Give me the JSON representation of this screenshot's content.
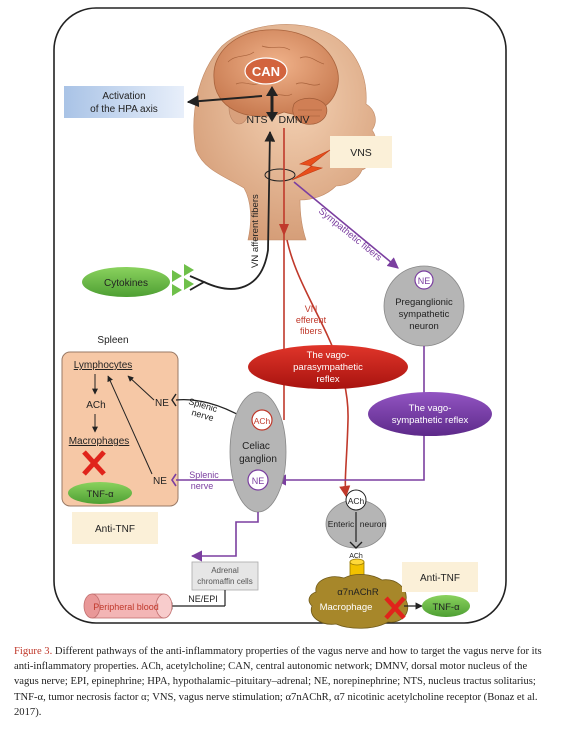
{
  "labels": {
    "can": "CAN",
    "hpa_line1": "Activation",
    "hpa_line2": "of the HPA axis",
    "nts": "NTS",
    "dmnv": "DMNV",
    "vns": "VNS",
    "vn_afferent": "VN afferent fibers",
    "sympathetic_fibers": "Sympathetic fibers",
    "cytokines": "Cytokines",
    "ne": "NE",
    "preganglionic_line1": "Preganglionic",
    "preganglionic_line2": "sympathetic",
    "preganglionic_line3": "neuron",
    "vn_efferent_line1": "VN",
    "vn_efferent_line2": "efferent",
    "vn_efferent_line3": "fibers",
    "vagopara_line1": "The vago-",
    "vagopara_line2": "parasympathetic",
    "vagopara_line3": "reflex",
    "spleen": "Spleen",
    "lymphocytes": "Lymphocytes",
    "ach": "ACh",
    "macrophages": "Macrophages",
    "tnf": "TNF-α",
    "splenic_line1": "Splenic",
    "splenic_line2": "nerve",
    "celiac_line1": "Celiac",
    "celiac_line2": "ganglion",
    "vagosym_line1": "The vago-",
    "vagosym_line2": "sympathetic reflex",
    "anti_tnf": "Anti-TNF",
    "enteric_left": "Enteric",
    "enteric_right": "neuron",
    "adrenal_line1": "Adrenal",
    "adrenal_line2": "chromaffin cells",
    "ne_epi": "NE/EPI",
    "peripheral_blood": "Peripheral blood",
    "a7nachr": "α7nAChR",
    "macrophage": "Macrophage"
  },
  "caption": {
    "figure": "Figure 3.",
    "text": " Different pathways of the anti-inflammatory properties of the vagus nerve and how to target the vagus nerve for its anti-inflammatory properties. ACh, acetylcholine; CAN, central autonomic network; DMNV, dorsal motor nucleus of the vagus nerve; EPI, epinephrine; HPA, hypothalamic–pituitary–adrenal; NE, norepinephrine; NTS, nucleus tractus solitarius; TNF-α, tumor necrosis factor α; VNS, vagus nerve stimulation; α7nAChR, α7 nicotinic acetylcholine receptor (Bonaz et al. 2017)."
  },
  "colors": {
    "vagal_red": "#c0392b",
    "sympathetic_purple": "#7b3fa0",
    "cytokine_green": "#6fc04a",
    "spleen_fill": "#f6c8a6",
    "anti_tnf_box": "#fbf0d8",
    "vns_box": "#fbf0d8",
    "hpa_box": "#c8d8ee",
    "skin": "#e8b894",
    "brain": "#e49a6a",
    "ganglion_gray": "#b5b5b5",
    "macrophage_olive": "#a7872a",
    "peripheral_blood": "#f3b5b5"
  }
}
